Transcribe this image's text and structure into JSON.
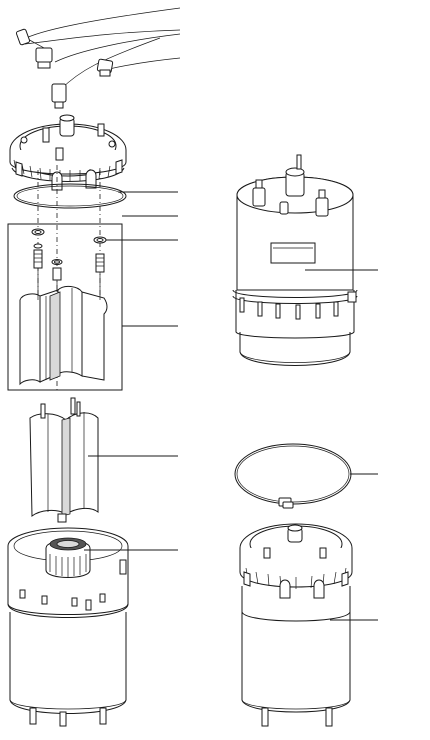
{
  "colors": {
    "line": "#1a1a1a",
    "background": "#ffffff",
    "shade": "#d9d9d9",
    "dark_shade": "#555555"
  },
  "parts": [
    {
      "id": "wiring",
      "name": "wire-harness"
    },
    {
      "id": "cylinder-lid",
      "name": "cylinder-lid-with-terminals"
    },
    {
      "id": "lid-gasket",
      "name": "lid-o-ring-gasket"
    },
    {
      "id": "terminal-washer",
      "name": "terminal-washer"
    },
    {
      "id": "electrode-assembly",
      "name": "electrode-assembly-kit"
    },
    {
      "id": "assembled-cylinder",
      "name": "assembled-steam-cylinder"
    },
    {
      "id": "single-electrode",
      "name": "single-electrode-plate"
    },
    {
      "id": "band-clamp",
      "name": "band-clamp"
    },
    {
      "id": "cylinder-with-strainer",
      "name": "cylinder-base-with-strainer"
    },
    {
      "id": "clamped-cylinder",
      "name": "clamped-cylinder-assembly"
    }
  ]
}
